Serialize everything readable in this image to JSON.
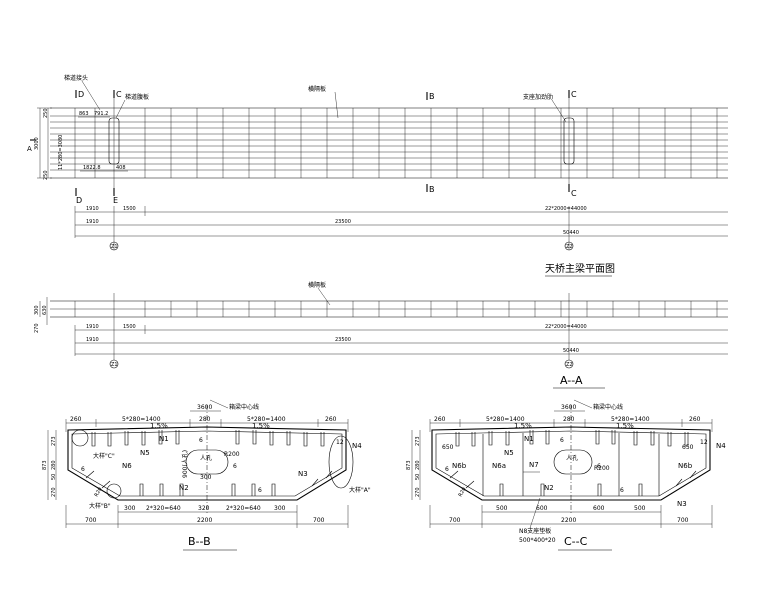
{
  "plan": {
    "title": "天桥主梁平面图",
    "labels": {
      "splice_joint": "梯道接头",
      "stair_rib": "梯道腹板",
      "diaphragm": "横隔板",
      "support_stiffener": "支座加劲肋"
    },
    "sections": [
      "D",
      "C",
      "B",
      "C"
    ],
    "sections_bottom": [
      "D",
      "E",
      "B",
      "C"
    ],
    "side_marks": [
      "A",
      "A"
    ],
    "dims_top": [
      "863",
      "791.2"
    ],
    "dims_bottom_small": [
      "1822.8",
      "408"
    ],
    "dims_left": [
      "3000",
      "250",
      "11*280=3080",
      "250"
    ],
    "dim_row1": [
      "1910",
      "1500",
      "22*2000=44000"
    ],
    "dim_row2": [
      "1910",
      "23500"
    ],
    "dim_total": "50440",
    "axes": [
      "Z1",
      "Z2"
    ]
  },
  "section_aa": {
    "title": "A--A",
    "label": "横隔板",
    "dims_left": [
      "300",
      "270",
      "630"
    ],
    "dim_row1": [
      "1910",
      "1500",
      "22*2000=44000"
    ],
    "dim_row2": [
      "1910",
      "23500"
    ],
    "dim_total": "50440",
    "axes": [
      "Z1",
      "Z2"
    ]
  },
  "section_bb": {
    "title": "B--B",
    "center_label": "箱梁中心线",
    "top_total": "3600",
    "top_dims": [
      "260",
      "5*280=1400",
      "280",
      "5*280=1400",
      "260"
    ],
    "slopes": [
      "1.5%",
      "1.5%"
    ],
    "parts": [
      "N1",
      "N2",
      "N3",
      "N4",
      "N5",
      "N6"
    ],
    "details": [
      "大样\"C\"",
      "大样\"B\"",
      "大样\"A\""
    ],
    "manhole": [
      "900(人孔)",
      "人孔",
      "300",
      "R200"
    ],
    "small_marks": [
      "6",
      "6",
      "6",
      "6",
      "12",
      "R20"
    ],
    "left_dims": [
      "873",
      "273",
      "280",
      "50",
      "270"
    ],
    "bottom_dims": [
      "300",
      "2*320=640",
      "320",
      "2*320=640",
      "300"
    ],
    "bottom_dims2": [
      "700",
      "2200",
      "700"
    ]
  },
  "section_cc": {
    "title": "C--C",
    "center_label": "箱梁中心线",
    "top_total": "3600",
    "top_dims": [
      "260",
      "5*280=1400",
      "280",
      "5*280=1400",
      "260"
    ],
    "slopes": [
      "1.5%",
      "1.5%"
    ],
    "side_marks": [
      "650",
      "650"
    ],
    "parts": [
      "N1",
      "N2",
      "N3",
      "N4",
      "N5",
      "N6a",
      "N6b",
      "N6b",
      "N7"
    ],
    "manhole": [
      "人孔",
      "R200"
    ],
    "small_marks": [
      "6",
      "6",
      "6",
      "6",
      "12",
      "R20"
    ],
    "left_dims": [
      "873",
      "273",
      "280",
      "50",
      "270"
    ],
    "bottom_dims": [
      "500",
      "600",
      "600",
      "500"
    ],
    "bottom_dims2": [
      "700",
      "2200",
      "700"
    ],
    "plate_label": "N8支座垫板",
    "plate_dims": "500*400*20"
  }
}
